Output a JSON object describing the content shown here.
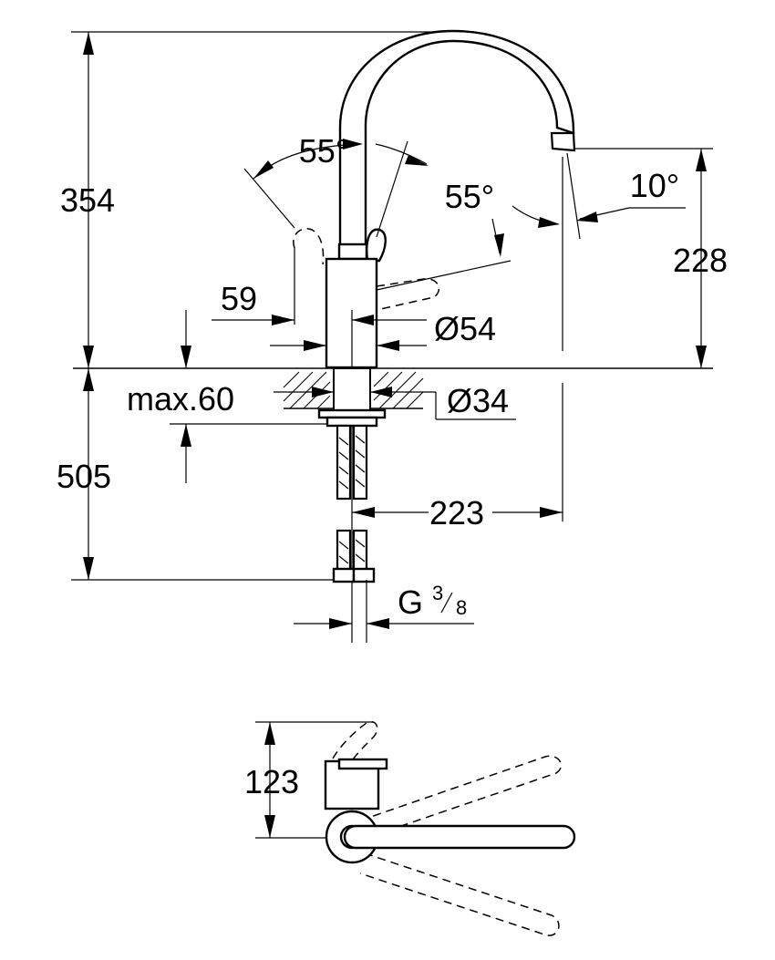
{
  "side_view": {
    "dim_total_height": "354",
    "dim_spout_height": "228",
    "dim_lever_angle_left": "55°",
    "dim_lever_angle_right": "55°",
    "dim_spout_tilt": "10°",
    "dim_lever_offset": "59",
    "dim_body_diameter": "Ø54",
    "dim_deck_thickness": "max.60",
    "dim_shank_diameter": "Ø34",
    "dim_hose_length": "505",
    "dim_spout_reach": "223",
    "connection_thread": "G",
    "connection_thread_num": "3",
    "connection_thread_den": "8"
  },
  "top_view": {
    "dim_depth": "123"
  }
}
